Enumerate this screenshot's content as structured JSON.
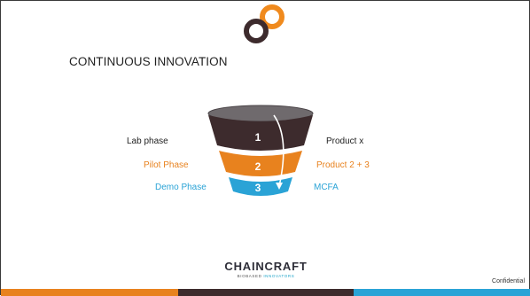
{
  "slide": {
    "title": "CONTINUOUS INNOVATION",
    "funnel": {
      "stages": [
        {
          "number": "1",
          "left_label": "Lab phase",
          "right_label": "Product x",
          "color": "#3d2b2d"
        },
        {
          "number": "2",
          "left_label": "Pilot Phase",
          "right_label": "Product 2 + 3",
          "color": "#e8821e"
        },
        {
          "number": "3",
          "left_label": "Demo Phase",
          "right_label": "MCFA",
          "color": "#2aa3d6"
        }
      ],
      "top_color": "#6f6a6d"
    },
    "brand": {
      "name": "CHAINCRAFT",
      "tagline_prefix": "BIOBASED",
      "tagline_accent": "INNOVATORS"
    },
    "confidential_text": "Confidential",
    "colors": {
      "dark": "#3d2b2d",
      "orange": "#e8821e",
      "blue": "#2aa3d6",
      "logo_orange": "#f08a1d",
      "logo_dark": "#3d2b2d"
    },
    "bottom_bar_colors": [
      "#e8821e",
      "#3d2b2d",
      "#2aa3d6"
    ]
  }
}
